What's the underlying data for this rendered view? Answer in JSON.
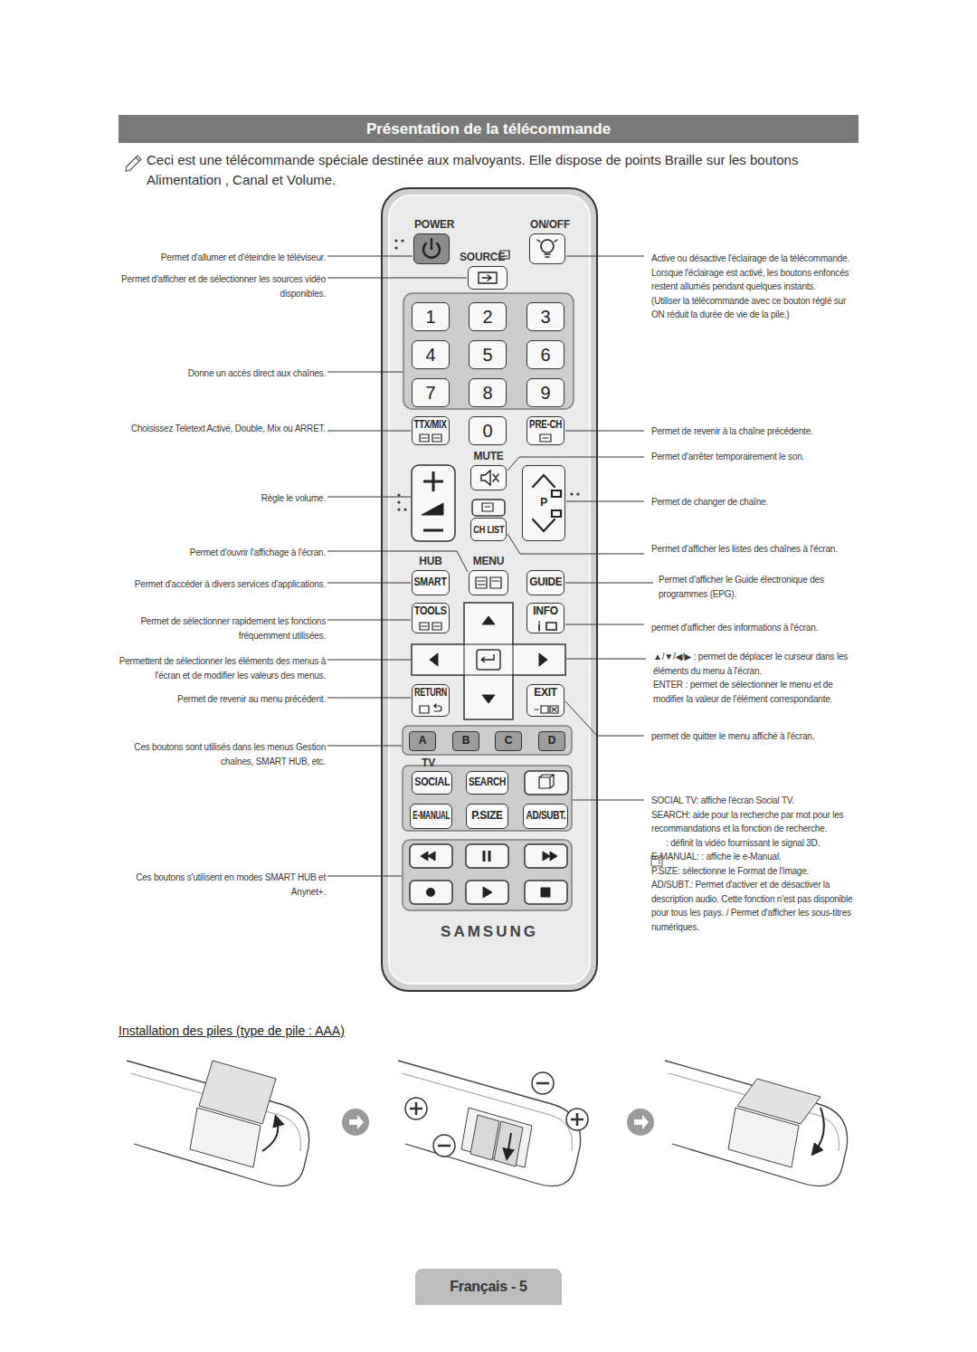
{
  "diagram": {
    "title": "Présentation de la télécommande",
    "nodes": [
      {
        "text": [
          "SAMSUNG"
        ]
      },
      {
        "text": [
          "POWER"
        ],
        "in": 0
      },
      {
        "text": [
          "ON/OFF"
        ],
        "in": 0
      },
      {
        "text": [
          "SOURCE"
        ],
        "in": 0
      },
      {
        "text": [
          "1"
        ],
        "in": 0
      },
      {
        "text": [
          "2"
        ],
        "in": 0
      },
      {
        "text": [
          "3"
        ],
        "in": 0
      },
      {
        "text": [
          "4"
        ],
        "in": 0
      },
      {
        "text": [
          "5"
        ],
        "in": 0
      },
      {
        "text": [
          "6"
        ],
        "in": 0
      },
      {
        "text": [
          "7"
        ],
        "in": 0
      },
      {
        "text": [
          "8"
        ],
        "in": 0
      },
      {
        "text": [
          "9"
        ],
        "in": 0
      },
      {
        "text": [
          "TTX/MIX"
        ],
        "in": 0
      },
      {
        "text": [
          "0"
        ],
        "in": 0
      },
      {
        "text": [
          "PRE-CH"
        ],
        "in": 0
      },
      {
        "text": [
          "MUTE"
        ],
        "in": 0
      },
      {
        "text": [
          "P"
        ],
        "in": 0
      },
      {
        "text": [
          "CH LIST"
        ],
        "in": 0
      },
      {
        "text": [
          "HUB",
          "SMART"
        ],
        "in": 0
      },
      {
        "text": [
          "MENU"
        ],
        "in": 0
      },
      {
        "text": [
          "GUIDE"
        ],
        "in": 0
      },
      {
        "text": [
          "TOOLS"
        ],
        "in": 0
      },
      {
        "text": [
          "INFO"
        ],
        "in": 0
      },
      {
        "text": [
          "RETURN"
        ],
        "in": 0
      },
      {
        "text": [
          "EXIT"
        ],
        "in": 0
      },
      {
        "text": [
          "A"
        ],
        "in": 0
      },
      {
        "text": [
          "B"
        ],
        "in": 0
      },
      {
        "text": [
          "C"
        ],
        "in": 0
      },
      {
        "text": [
          "D"
        ],
        "in": 0
      },
      {
        "text": [
          "TV",
          "SOCIAL"
        ],
        "in": 0
      },
      {
        "text": [
          "SEARCH"
        ],
        "in": 0
      },
      {
        "text": [
          "E-MANUAL"
        ],
        "in": 0
      },
      {
        "text": [
          "P.SIZE"
        ],
        "in": 0
      },
      {
        "text": [
          "AD/SUBT."
        ],
        "in": 0
      },
      {
        "text": [
          "Français - 5"
        ]
      }
    ],
    "labels": [
      "Ceci est une télécommande spéciale destinée aux malvoyants. Elle dispose de points Braille sur les boutons Alimentation , Canal et Volume.",
      "Permet d'allumer et d'éteindre le téléviseur.",
      "Permet d'afficher et de sélectionner les sources vidéo disponibles.",
      "Donne un accès direct aux chaînes.",
      "Choisissez Teletext Activé, Double, Mix ou ARRET.",
      "Règle le volume.",
      "Permet d'ouvrir l'affichage à l'écran.",
      "Permet d'accéder à divers services d'applications.",
      "Permet de sélectionner rapidement les fonctions fréquemment utilisées.",
      "Permettent de sélectionner les éléments des menus à l'écran et de modifier les valeurs des menus.",
      "Permet de revenir au menu précédent.",
      "Ces boutons sont utilisés dans les menus Gestion chaînes, SMART HUB, etc.",
      "Ces boutons s'utilisent en modes SMART HUB et Anynet+.",
      "Active ou désactive l'éclairage de la télécommande. Lorsque l'éclairage est activé, les boutons enfoncés restent allumés pendant quelques instants.",
      "(Utiliser la télécommande avec ce bouton réglé sur ON réduit la durée de vie de la pile.)",
      "Permet de revenir à la chaîne précédente.",
      "Permet d'arrêter temporairement le son.",
      "Permet de changer de chaîne.",
      "Permet d'afficher les listes des chaînes à l'écran.",
      "Permet d'afficher le Guide électronique des programmes (EPG).",
      "permet d'afficher des informations à l'écran.",
      "▲/▼/◀/▶ : permet de déplacer le curseur dans les éléments du menu à l'écran.",
      "ENTER : permet de sélectionner le menu et de modifier la valeur de l'élément correspondante.",
      "permet de quitter le menu affiché à l'écran.",
      "SOCIAL TV: affiche l'écran Social TV.",
      "SEARCH: aide pour la recherche par mot pour les recommandations et la fonction de recherche.",
      ": définit la vidéo fournissant le signal 3D.",
      "E-MANUAL: : affiche le e-Manual.",
      "P.SIZE: sélectionne le Format de l'image.",
      "AD/SUBT.: Permet d'activer et de désactiver la description audio. Cette fonction n'est pas disponible pour tous les pays. / Permet d'afficher les sous-titres numériques.",
      "Installation des piles (type de pile : AAA)"
    ]
  }
}
